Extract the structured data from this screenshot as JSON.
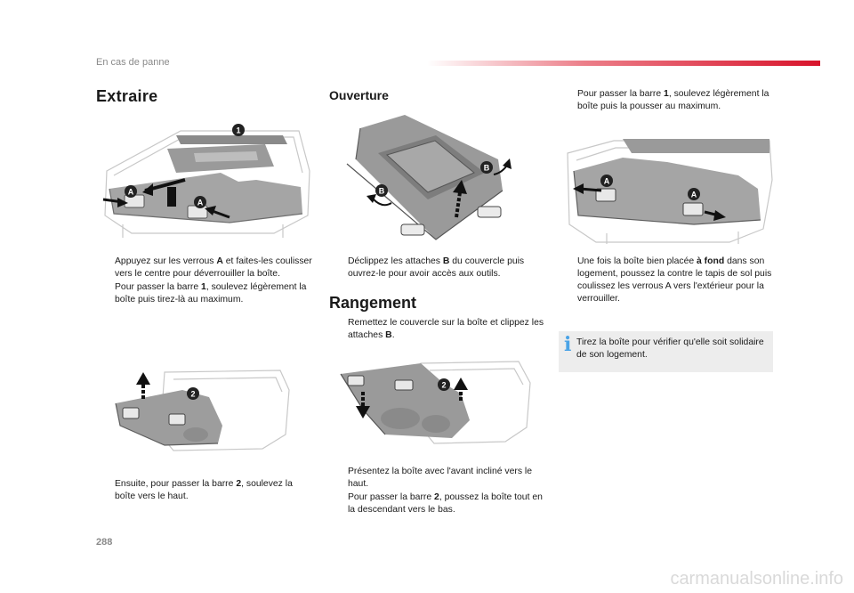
{
  "header": {
    "section_title": "En cas de panne",
    "accent_color": "#d8142b"
  },
  "page_number": "288",
  "watermark": "carmanualsonline.info",
  "extraire": {
    "title": "Extraire",
    "steps1": [
      {
        "prefix": "Appuyez sur les verrous ",
        "bold": "A",
        "suffix": " et faites-les coulisser vers le centre pour déverrouiller la boîte."
      },
      {
        "prefix": "Pour passer la barre ",
        "bold": "1",
        "suffix": ", soulevez légèrement la boîte puis tirez-là au maximum."
      }
    ],
    "steps2": [
      {
        "prefix": "Ensuite, pour passer la barre ",
        "bold": "2",
        "suffix": ", soulevez la boîte vers le haut."
      }
    ]
  },
  "ouverture": {
    "title": "Ouverture",
    "steps": [
      {
        "prefix": "Déclippez les attaches ",
        "bold": "B",
        "suffix": " du couvercle puis ouvrez-le pour avoir accès aux outils."
      }
    ]
  },
  "rangement": {
    "title": "Rangement",
    "steps1": [
      {
        "prefix": "Remettez le couvercle sur la boîte et clippez les attaches ",
        "bold": "B",
        "suffix": "."
      }
    ],
    "steps2": [
      {
        "prefix": "Présentez la boîte avec l'avant incliné vers le haut.",
        "bold": "",
        "suffix": ""
      },
      {
        "prefix": "Pour passer la barre ",
        "bold": "2",
        "suffix": ", poussez la boîte tout en la descendant vers le bas."
      }
    ]
  },
  "right_column": {
    "steps1": [
      {
        "prefix": "Pour passer la barre ",
        "bold": "1",
        "suffix": ", soulevez légèrement la boîte puis la pousser au maximum."
      }
    ],
    "steps2": [
      {
        "prefix": "Une fois la boîte bien placée ",
        "bold": "à fond",
        "suffix": " dans son logement, poussez la contre le tapis de sol puis coulissez les verrous A vers l'extérieur pour la verrouiller."
      }
    ],
    "info": "Tirez la boîte pour vérifier qu'elle soit solidaire de son logement."
  },
  "bullet_glyph": "",
  "callouts": {
    "lock": "A",
    "clip": "B",
    "bar1": "1",
    "bar2": "2"
  },
  "icons": {
    "info": "info-icon",
    "bullet": "arrow-bullet-icon"
  }
}
